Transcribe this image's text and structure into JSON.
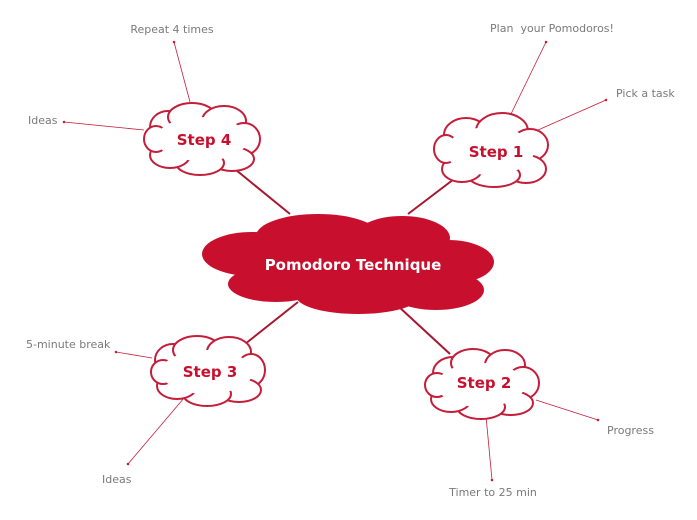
{
  "colors": {
    "accent": "#c8102e",
    "line": "#c41e3a",
    "leaf_text": "#7a7a7a",
    "background": "#ffffff"
  },
  "central": {
    "label": "Pomodoro Technique"
  },
  "steps": [
    {
      "label": "Step 1",
      "leaves": [
        "Plan  your Pomodoros!",
        "Pick a task"
      ]
    },
    {
      "label": "Step 2",
      "leaves": [
        "Progress",
        "Timer to 25 min"
      ]
    },
    {
      "label": "Step 3",
      "leaves": [
        "5-minute break",
        "Ideas"
      ]
    },
    {
      "label": "Step 4",
      "leaves": [
        "Repeat 4 times",
        "Ideas"
      ]
    }
  ]
}
